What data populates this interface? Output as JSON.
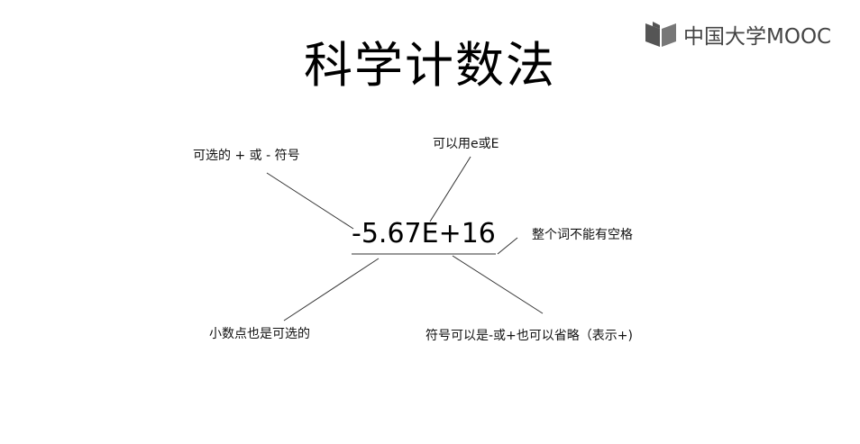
{
  "slide": {
    "title": "科学计数法",
    "logo_text": "中国大学MOOC",
    "expression": "-5.67E+16",
    "annotations": {
      "sign": "可选的 + 或 - 符号",
      "e_letter": "可以用e或E",
      "no_space": "整个词不能有空格",
      "decimal_point": "小数点也是可选的",
      "exponent_sign": "符号可以是-或+也可以省略（表示+)"
    }
  },
  "colors": {
    "background": "#ffffff",
    "text": "#111111",
    "logo": "#444444",
    "lines": "#333333"
  },
  "icons": [
    "mooc-book-icon"
  ]
}
